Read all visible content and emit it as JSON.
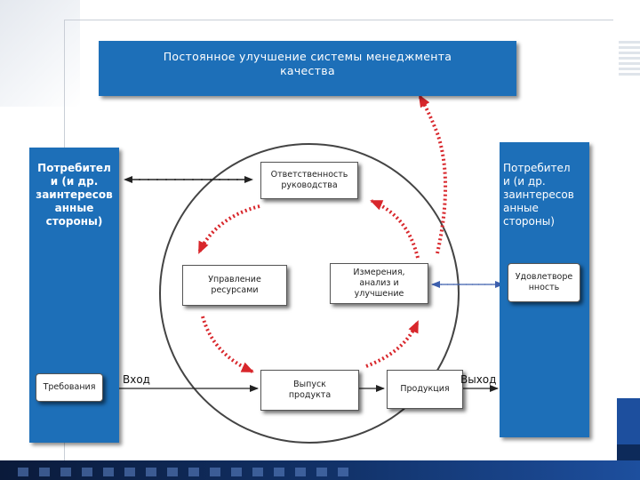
{
  "title": "Постоянное  улучшение системы менеджмента\nкачества",
  "left_panel": {
    "text": "Потребител\nи (и др.\nзаинтересов\nанные\nстороны)"
  },
  "right_panel": {
    "text": "Потребител\nи (и др.\nзаинтересов\nанные\nстороны)"
  },
  "requirements": "Требования",
  "satisfaction": "Удовлетворе\nнность",
  "responsibility": "Ответственность\nруководства",
  "resources": "Управление\nресурсами",
  "measurement": "Измерения,\nанализ и\nулучшение",
  "product_release": "Выпуск\nпродукта",
  "product": "Продукция",
  "input_label": "Вход",
  "output_label": "Выход",
  "colors": {
    "panel_blue": "#1d6fb8",
    "cycle_arrow_red": "#d8262b",
    "dashed_blue": "#3d5fae",
    "line_dark": "#222222"
  }
}
